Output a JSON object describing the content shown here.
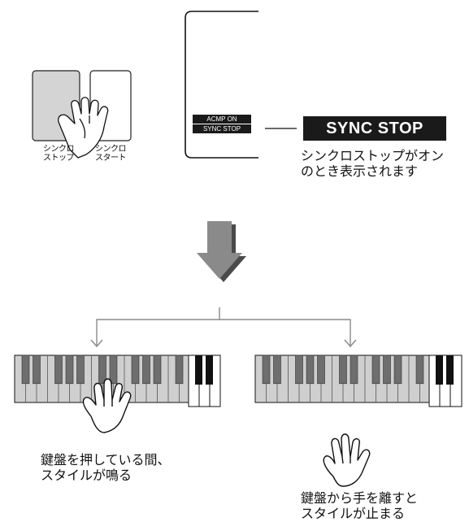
{
  "buttons": {
    "sync_stop_label": "シンクロ\nストップ",
    "sync_start_label": "シンクロ\nスタート"
  },
  "display": {
    "acmp_on": "ACMP ON",
    "sync_stop_small": "SYNC STOP"
  },
  "indicator": {
    "label": "SYNC STOP",
    "caption": "シンクロストップがオン\nのとき表示されます"
  },
  "captions": {
    "left": "鍵盤を押している間、\nスタイルが鳴る",
    "right": "鍵盤から手を離すと\nスタイルが止まる"
  },
  "colors": {
    "button_fill": "#d4d4d4",
    "key_fill": "#cfcfcf",
    "arrow_fill": "#8a8a8a",
    "arrow_shadow": "#4a4a4a",
    "lcd_black": "#1a1a1a"
  },
  "icons": [
    "hand-pressing-icon",
    "open-hand-icon",
    "down-arrow-icon"
  ]
}
